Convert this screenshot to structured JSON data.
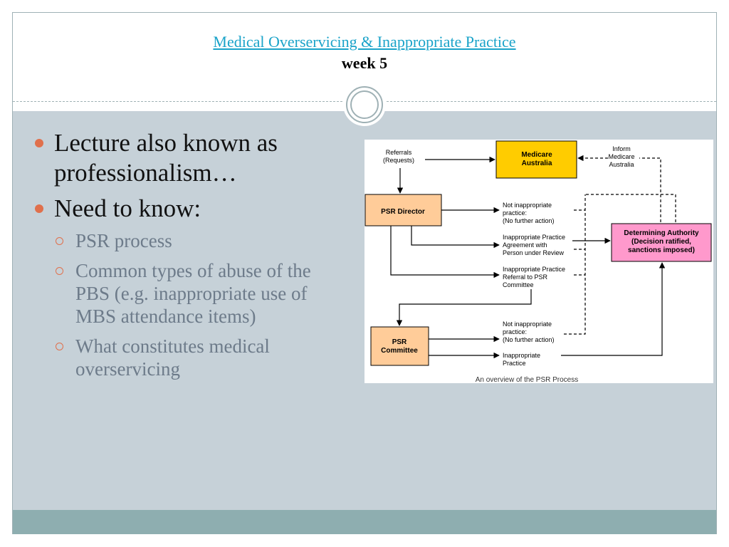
{
  "slide": {
    "title": "Medical Overservicing & Inappropriate Practice",
    "subtitle": "week 5"
  },
  "bullets": {
    "b1_a": "Lecture also known as professionalism…",
    "b1_b": "Need to know:",
    "sub": [
      "PSR process",
      "Common types of abuse of the PBS (e.g. inappropriate use of MBS attendance items)",
      "What constitutes medical overservicing"
    ]
  },
  "diagram": {
    "referrals": [
      "Referrals",
      "(Requests)"
    ],
    "medicare": [
      "Medicare",
      "Australia"
    ],
    "inform": [
      "Inform",
      "Medicare",
      "Australia"
    ],
    "psr_director": "PSR Director",
    "not_inappropriate_1": [
      "Not inappropriate",
      "practice:",
      "(No further action)"
    ],
    "agreement": [
      "Inappropriate Practice",
      "Agreement with",
      "Person under Review"
    ],
    "referral_committee": [
      "Inappropriate Practice",
      "Referral to PSR",
      "Committee"
    ],
    "determining": [
      "Determining Authority",
      "(Decision ratified,",
      "sanctions imposed)"
    ],
    "psr_committee": [
      "PSR",
      "Committee"
    ],
    "not_inappropriate_2": [
      "Not inappropriate",
      "practice:",
      "(No further action)"
    ],
    "inappropriate": [
      "Inappropriate",
      "Practice"
    ],
    "caption": "An overview of the PSR Process",
    "colors": {
      "medicare_fill": "#ffcc00",
      "psr_fill": "#ffcc99",
      "determining_fill": "#ff99cc"
    }
  }
}
